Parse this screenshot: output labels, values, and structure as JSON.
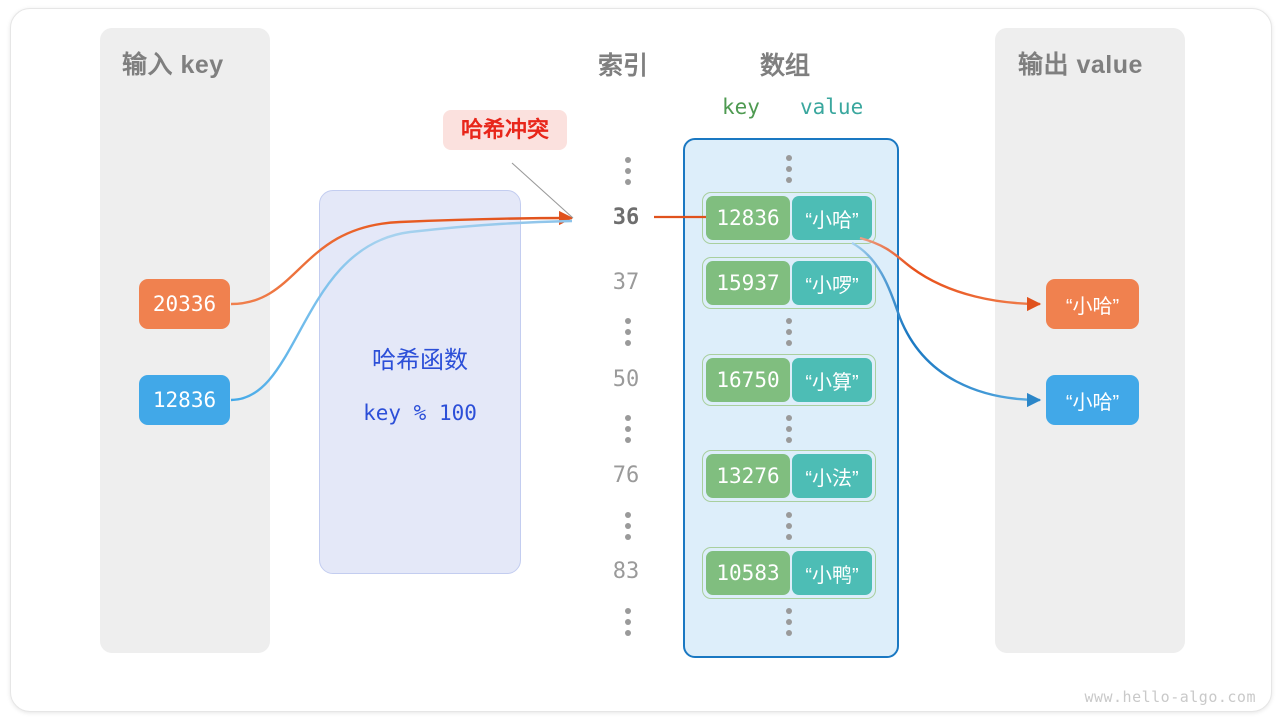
{
  "panels": {
    "input": {
      "title": "输入 key"
    },
    "output": {
      "title": "输出 value"
    }
  },
  "columns": {
    "index_title": "索引",
    "array_title": "数组",
    "key_label": "key",
    "value_label": "value"
  },
  "annotation": {
    "collision_label": "哈希冲突"
  },
  "hash_function": {
    "title": "哈希函数",
    "expression": "key % 100"
  },
  "input_keys": [
    {
      "value": "20336",
      "color": "#f0814f"
    },
    {
      "value": "12836",
      "color": "#41a8e8"
    }
  ],
  "output_values": [
    {
      "value": "“小哈”",
      "color": "#f0814f"
    },
    {
      "value": "“小哈”",
      "color": "#41a8e8"
    }
  ],
  "rows": [
    {
      "kind": "dots"
    },
    {
      "kind": "entry",
      "index": "36",
      "key": "12836",
      "value": "“小哈”",
      "active": true
    },
    {
      "kind": "entry",
      "index": "37",
      "key": "15937",
      "value": "“小啰”",
      "active": false
    },
    {
      "kind": "dots"
    },
    {
      "kind": "entry",
      "index": "50",
      "key": "16750",
      "value": "“小算”",
      "active": false
    },
    {
      "kind": "dots"
    },
    {
      "kind": "entry",
      "index": "76",
      "key": "13276",
      "value": "“小法”",
      "active": false
    },
    {
      "kind": "dots"
    },
    {
      "kind": "entry",
      "index": "83",
      "key": "10583",
      "value": "“小鸭”",
      "active": false
    },
    {
      "kind": "dots"
    }
  ],
  "colors": {
    "orange": "#f0814f",
    "blue": "#41a8e8",
    "green": "#80be7f",
    "teal": "#4dbdb5",
    "array_border": "#1a78c2",
    "array_fill": "#ddeefa",
    "panel_fill": "#eeeeee",
    "hash_fill": "#e4e8f8",
    "hash_text": "#2c4fd8",
    "collision_text": "#e8261a",
    "collision_fill": "#fbe1de"
  },
  "watermark": "www.hello-algo.com"
}
